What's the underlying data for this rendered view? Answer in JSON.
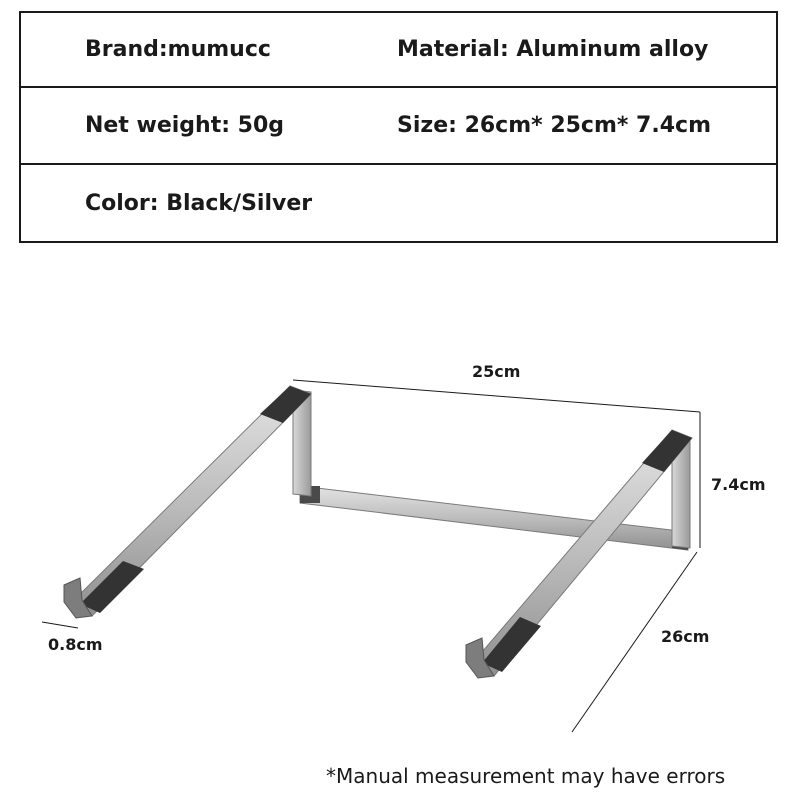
{
  "specs": {
    "brand": "Brand:mumucc",
    "material": "Material: Aluminum alloy",
    "net_weight": "Net weight: 50g",
    "size": "Size: 26cm* 25cm* 7.4cm",
    "color": "Color: Black/Silver"
  },
  "dimensions": {
    "width": "25cm",
    "height": "7.4cm",
    "depth": "26cm",
    "thickness": "0.8cm"
  },
  "note": "*Manual measurement may have errors",
  "colors": {
    "text": "#1a1a1a",
    "silver": "#c9c9c9",
    "dark_accent": "#3a3a3a"
  }
}
